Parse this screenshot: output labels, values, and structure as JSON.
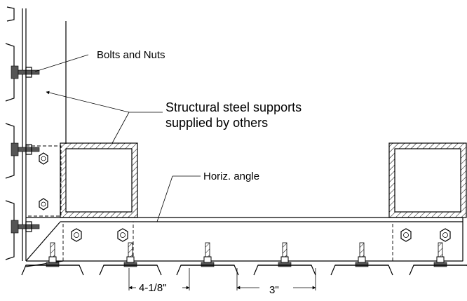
{
  "labels": {
    "bolts": "Bolts and Nuts",
    "supports_line1": "Structural steel supports",
    "supports_line2": "supplied by others",
    "angle": "Horiz. angle",
    "dim1": "4-1/8\"",
    "dim2": "3\""
  },
  "colors": {
    "line": "#000000",
    "background": "#ffffff"
  }
}
